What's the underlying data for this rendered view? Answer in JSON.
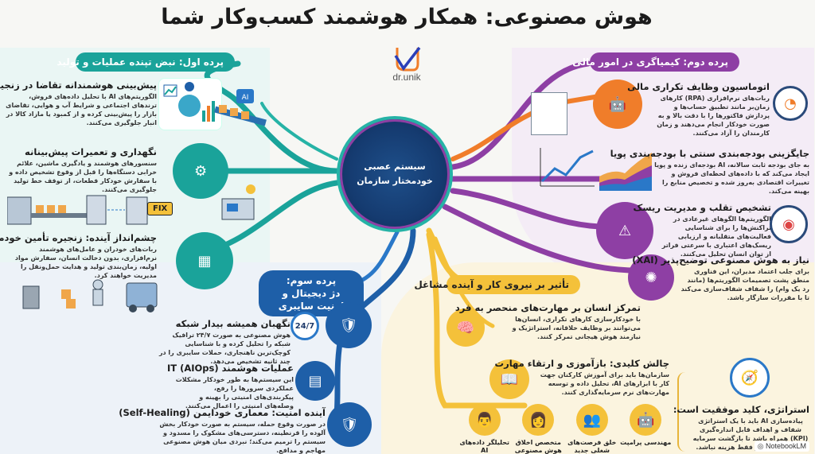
{
  "title": "هوش مصنوعی: همکار هوشمند کسب‌وکار شما",
  "logo": {
    "text": "dr.unik",
    "icon": "checkmark-logo-icon"
  },
  "hub": {
    "line1": "سیستم عصبی",
    "line2": "خودمختار سازمان",
    "icon": "brain-circuit-icon"
  },
  "sections": {
    "operations": {
      "label": "پرده اول: نبض تپنده عملیات و تولید",
      "color": "#1aa39a",
      "items": [
        {
          "title": "پیش‌بینی هوشمندانه تقاضا در زنجیره تأمین",
          "body": "الگوریتم‌های AI با تحلیل داده‌های فروش، ترندهای اجتماعی و شرایط آب و هوایی، تقاضای بازار را پیش‌بینی کرده و از کمبود یا مازاد کالا در انبار جلوگیری می‌کنند.",
          "icon": "brain-analytics-icon"
        },
        {
          "title": "نگهداری و تعمیرات پیش‌بینانه",
          "body": "سنسورهای هوشمند و یادگیری ماشین، علائم خرابی دستگاه‌ها را قبل از وقوع تشخیص داده و با سفارش خودکار قطعات، از توقف خط تولید جلوگیری می‌کنند.",
          "icon": "gears-icon",
          "badge": "FIX"
        },
        {
          "title": "چشم‌انداز آینده: زنجیره تأمین خودمختار",
          "body": "ربات‌های خودران و عامل‌های هوشمند نرم‌افزاری، بدون دخالت انسان، سفارش مواد اولیه، زمان‌بندی تولید و هدایت حمل‌ونقل را مدیریت خواهند کرد.",
          "icon": "delivery-truck-icon"
        }
      ]
    },
    "finance": {
      "label": "پرده دوم: کیمیاگری در امور مالی",
      "color": "#8e3fa4",
      "items": [
        {
          "title": "اتوماسیون وظایف تکراری مالی",
          "body": "ربات‌های نرم‌افزاری (RPA) کارهای زمان‌بر مانند تطبیق حساب‌ها و پردازش فاکتورها را با دقت بالا و به صورت خودکار انجام می‌دهند و زمان کارمندان را آزاد می‌کنند.",
          "icon": "stopwatch-icon"
        },
        {
          "title": "جایگزینی بودجه‌بندی سنتی با بودجه‌بندی پویا",
          "body": "به جای بودجه ثابت سالانه، AI بودجه‌ای زنده و پویا ایجاد می‌کند که با داده‌های لحظه‌ای فروش و تغییرات اقتصادی به‌روز شده و تخصیص منابع را بهینه می‌کند.",
          "icon": "area-chart-icon"
        },
        {
          "title": "تشخیص تقلب و مدیریت ریسک",
          "body": "الگوریتم‌ها الگوهای غیرعادی در تراکنش‌ها را برای شناسایی فعالیت‌های متقلبانه و ارزیابی ریسک‌های اعتباری با سرعتی فراتر از توان انسان تحلیل می‌کنند.",
          "icon": "magnifier-eye-icon"
        },
        {
          "title": "نیاز به هوش مصنوعی توضیح‌پذیر (XAI)",
          "body": "برای جلب اعتماد مدیران، این فناوری منطق پشت تصمیمات الگوریتم‌ها (مانند رد یک وام) را شفاف شفاف‌سازی می‌کند تا با مقررات سازگار باشد.",
          "icon": "brain-network-icon"
        }
      ]
    },
    "security": {
      "label_line1": "پرده سوم:",
      "label_line2": "دژ دیجیتال و امنیت سایبری",
      "color": "#1e5fa8",
      "items": [
        {
          "title": "نگهبان همیشه بیدار شبکه",
          "body": "هوش مصنوعی به صورت ۲۴/۷ ترافیک شبکه را تحلیل کرده و با شناسایی کوچک‌ترین ناهنجاری، حملات سایبری را در چند ثانیه تشخیص می‌دهد.",
          "icon": "shield-check-icon",
          "badge": "24/7"
        },
        {
          "title": "عملیات هوشمند IT (AIOps)",
          "body": "این سیستم‌ها به طور خودکار مشکلات عملکردی سرورها را رفع، پیکربندی‌های امنیتی را بهینه و وصله‌های امنیتی را اعمال می‌کنند.",
          "icon": "server-gear-icon"
        },
        {
          "title": "آینده امنیت: معماری خودایمن (Self-Healing)",
          "body": "در صورت وقوع حمله، سیستم به صورت خودکار بخش آلوده را قرنطینه، دسترسی‌های مشکوک را مسدود و سیستم را ترمیم می‌کند؛ نبردی میان هوش مصنوعی مهاجم و مدافع.",
          "icon": "shield-circuit-icon"
        }
      ]
    },
    "workforce": {
      "label": "تأثیر بر نیروی کار و آینده مشاغل",
      "color": "#f4c13a",
      "items": [
        {
          "title": "تمرکز انسان بر مهارت‌های منحصر به فرد",
          "body": "با خودکارسازی کارهای تکراری، انسان‌ها می‌توانند بر وظایف خلاقانه، استراتژیک و نیازمند هوش هیجانی تمرکز کنند.",
          "icon": "brain-hemispheres-icon"
        },
        {
          "title": "چالش کلیدی: بازآموزی و ارتقاء مهارت",
          "body": "سازمان‌ها باید برای آموزش کارکنان جهت کار با ابزارهای AI، تحلیل داده و توسعه مهارت‌های نرم سرمایه‌گذاری کنند.",
          "icon": "learning-book-icon"
        }
      ],
      "roles": [
        {
          "label": "مهندسی پرامپت",
          "icon": "robot-icon"
        },
        {
          "label": "خلق فرصت‌های شغلی جدید",
          "icon": "team-chat-icon"
        },
        {
          "label": "متخصص اخلاق هوش مصنوعی",
          "icon": "woman-avatar-icon"
        },
        {
          "label": "تحلیلگر داده‌های AI",
          "icon": "man-avatar-icon"
        }
      ],
      "strategy": {
        "title": "استراتژی، کلید موفقیت است:",
        "body": "پیاده‌سازی AI باید با یک استراتژی شفاف و اهداف قابل اندازه‌گیری (KPI) همراه باشد تا بازگشت سرمایه ملموس داشته و فقط هزینه نباشد.",
        "icon": "compass-icon"
      }
    }
  },
  "footer": {
    "watermark": "NotebookLM"
  }
}
